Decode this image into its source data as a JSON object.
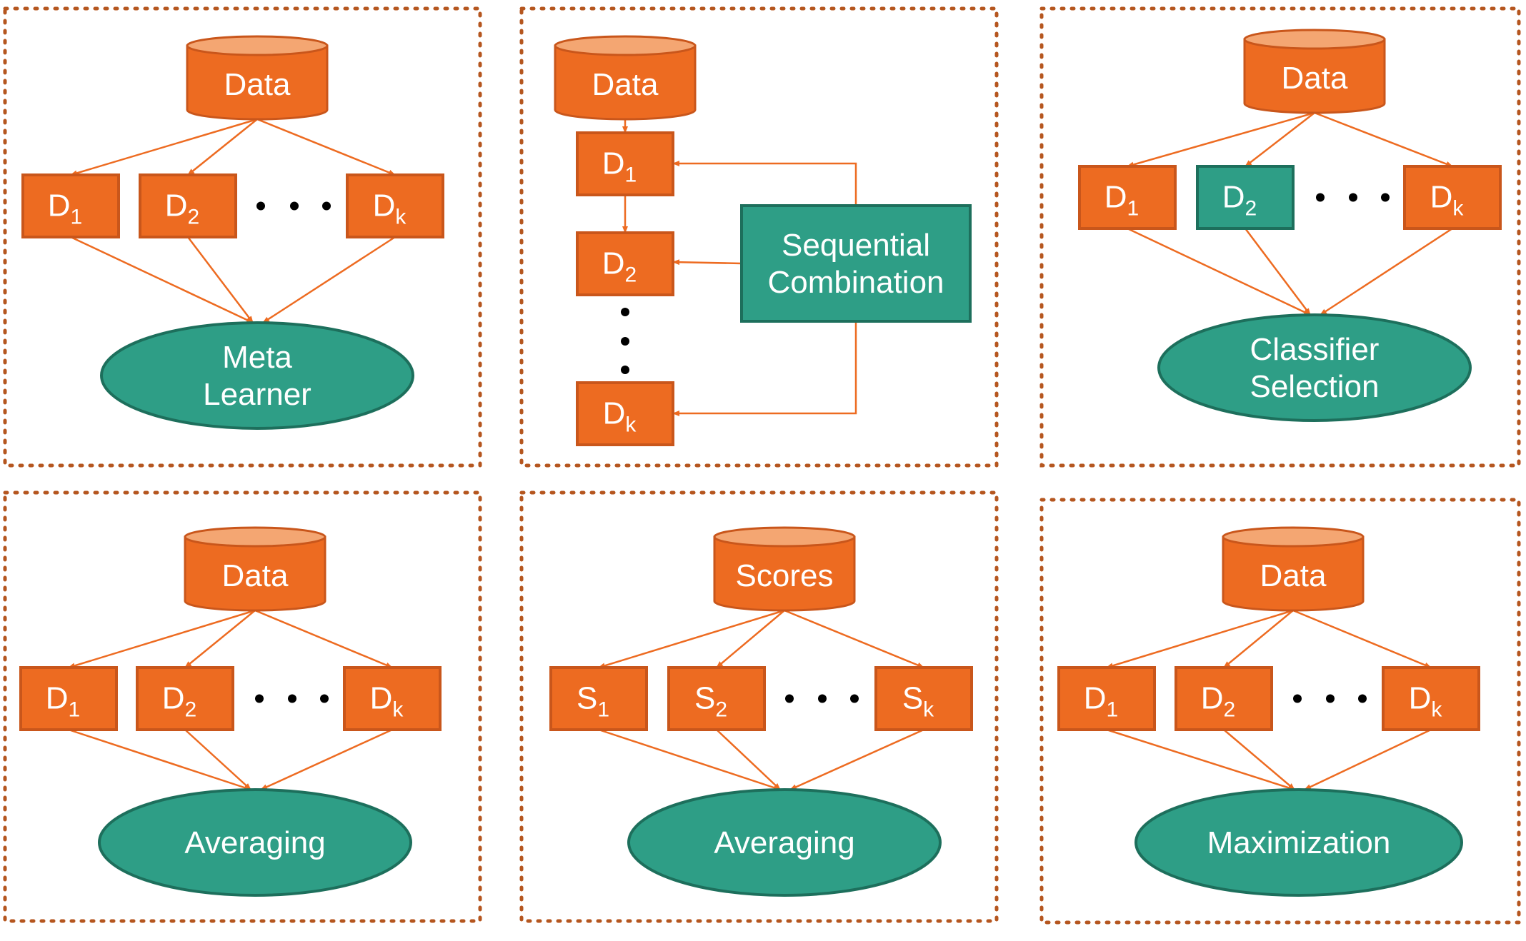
{
  "colors": {
    "orange": "#ED6B21",
    "orange_dark": "#C9561B",
    "orange_top": "#F4A672",
    "teal": "#2E9E86",
    "teal_dark": "#1D6F5C",
    "dots": "#B5561F",
    "text": "#FFFFFF"
  },
  "panels": [
    {
      "id": "meta-learner",
      "source": "Data",
      "classifiers": [
        {
          "base": "D",
          "sub": "1"
        },
        {
          "base": "D",
          "sub": "2"
        },
        {
          "base": "D",
          "sub": "k"
        }
      ],
      "combiner_lines": [
        "Meta",
        "Learner"
      ]
    },
    {
      "id": "sequential",
      "source": "Data",
      "classifiers": [
        {
          "base": "D",
          "sub": "1"
        },
        {
          "base": "D",
          "sub": "2"
        },
        {
          "base": "D",
          "sub": "k"
        }
      ],
      "combiner_lines": [
        "Sequential",
        "Combination"
      ]
    },
    {
      "id": "classifier-selection",
      "source": "Data",
      "classifiers": [
        {
          "base": "D",
          "sub": "1"
        },
        {
          "base": "D",
          "sub": "2",
          "highlight": true
        },
        {
          "base": "D",
          "sub": "k"
        }
      ],
      "combiner_lines": [
        "Classifier",
        "Selection"
      ]
    },
    {
      "id": "averaging-data",
      "source": "Data",
      "classifiers": [
        {
          "base": "D",
          "sub": "1"
        },
        {
          "base": "D",
          "sub": "2"
        },
        {
          "base": "D",
          "sub": "k"
        }
      ],
      "combiner_lines": [
        "Averaging"
      ]
    },
    {
      "id": "averaging-scores",
      "source": "Scores",
      "classifiers": [
        {
          "base": "S",
          "sub": "1"
        },
        {
          "base": "S",
          "sub": "2"
        },
        {
          "base": "S",
          "sub": "k"
        }
      ],
      "combiner_lines": [
        "Averaging"
      ]
    },
    {
      "id": "maximization",
      "source": "Data",
      "classifiers": [
        {
          "base": "D",
          "sub": "1"
        },
        {
          "base": "D",
          "sub": "2"
        },
        {
          "base": "D",
          "sub": "k"
        }
      ],
      "combiner_lines": [
        "Maximization"
      ]
    }
  ]
}
